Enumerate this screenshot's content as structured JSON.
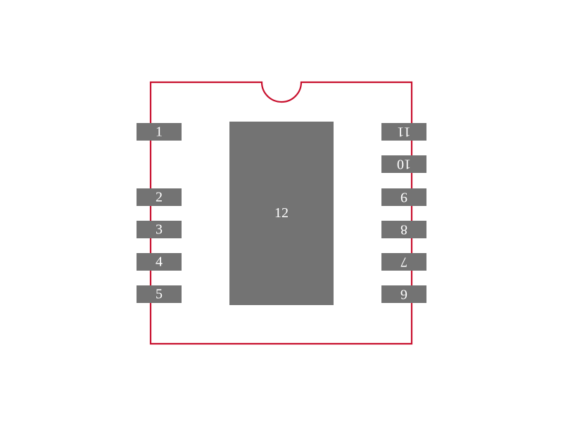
{
  "footprint": {
    "colors": {
      "outline": "#c8102e",
      "pad": "#737373",
      "label": "#ffffff"
    },
    "pads": [
      {
        "id": "pad-1",
        "label": "1",
        "side": "left",
        "flipped": false
      },
      {
        "id": "pad-2",
        "label": "2",
        "side": "left",
        "flipped": false
      },
      {
        "id": "pad-3",
        "label": "3",
        "side": "left",
        "flipped": false
      },
      {
        "id": "pad-4",
        "label": "4",
        "side": "left",
        "flipped": false
      },
      {
        "id": "pad-5",
        "label": "5",
        "side": "left",
        "flipped": false
      },
      {
        "id": "pad-6",
        "label": "6",
        "side": "right",
        "flipped": true
      },
      {
        "id": "pad-7",
        "label": "7",
        "side": "right",
        "flipped": true
      },
      {
        "id": "pad-8",
        "label": "8",
        "side": "right",
        "flipped": true
      },
      {
        "id": "pad-9",
        "label": "9",
        "side": "right",
        "flipped": true
      },
      {
        "id": "pad-10",
        "label": "10",
        "side": "right",
        "flipped": true
      },
      {
        "id": "pad-11",
        "label": "11",
        "side": "right",
        "flipped": true
      }
    ],
    "thermal_pad": {
      "id": "pad-12",
      "label": "12"
    }
  }
}
